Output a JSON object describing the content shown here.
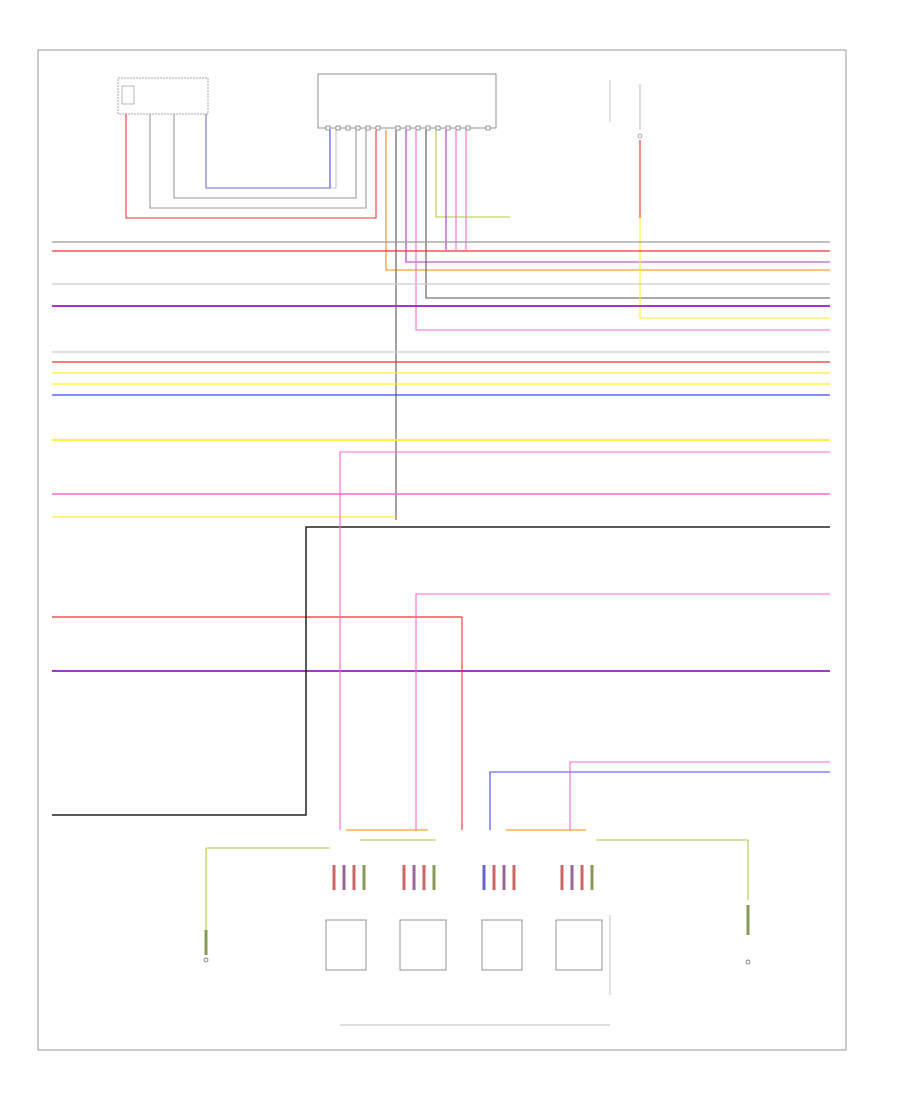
{
  "diagram": {
    "colors": {
      "black": "#222222",
      "grey": "#9a9a9a",
      "red": "#ee3333",
      "pink": "#ff66cc",
      "violet": "#aa33cc",
      "orange": "#ff8800",
      "yellow": "#ffee22",
      "blue": "#4444ff",
      "lightgreen": "#aacc44",
      "white": "#d8d8d8"
    },
    "components": [
      {
        "id": "top-left-module",
        "label": "",
        "sublabel": ""
      },
      {
        "id": "instrument-cluster-module",
        "label": "",
        "sublabel": ""
      },
      {
        "id": "fuse-block-top-right",
        "label": "",
        "sublabel": ""
      },
      {
        "id": "left-ground",
        "label": "",
        "sublabel": ""
      },
      {
        "id": "right-device",
        "label": "",
        "sublabel": ""
      },
      {
        "id": "right-ground",
        "label": "",
        "sublabel": ""
      },
      {
        "id": "bottom-connector",
        "label": ""
      }
    ]
  }
}
